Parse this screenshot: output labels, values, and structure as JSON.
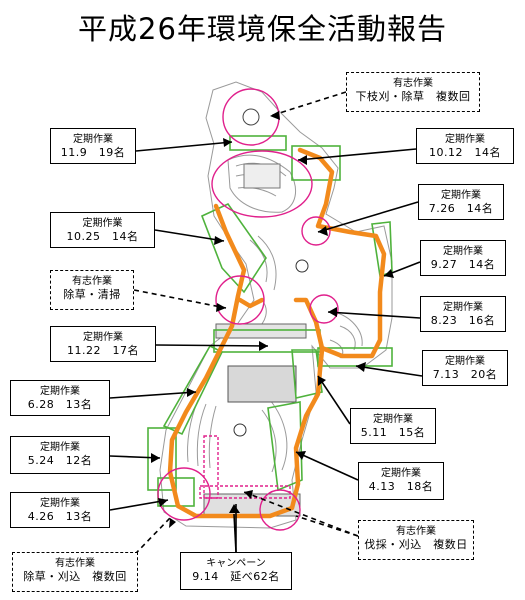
{
  "title": "平成26年環境保全活動報告",
  "colors": {
    "route": "#f28a1c",
    "area": "#4fb23c",
    "volunteer_circle": "#e0208c",
    "line": "#000000"
  },
  "labels": [
    {
      "id": "vol-top",
      "type": "volunteer",
      "line1": "有志作業",
      "line2": "下枝刈・除草　複数回"
    },
    {
      "id": "reg-1109",
      "type": "regular",
      "line1": "定期作業",
      "line2": "11.9　19名"
    },
    {
      "id": "reg-1012",
      "type": "regular",
      "line1": "定期作業",
      "line2": "10.12　14名"
    },
    {
      "id": "reg-0726",
      "type": "regular",
      "line1": "定期作業",
      "line2": "7.26　14名"
    },
    {
      "id": "reg-1025",
      "type": "regular",
      "line1": "定期作業",
      "line2": "10.25　14名"
    },
    {
      "id": "reg-0927",
      "type": "regular",
      "line1": "定期作業",
      "line2": "9.27　14名"
    },
    {
      "id": "vol-left",
      "type": "volunteer",
      "line1": "有志作業",
      "line2": "除草・清掃"
    },
    {
      "id": "reg-0823",
      "type": "regular",
      "line1": "定期作業",
      "line2": "8.23　16名"
    },
    {
      "id": "reg-1122",
      "type": "regular",
      "line1": "定期作業",
      "line2": "11.22　17名"
    },
    {
      "id": "reg-0713",
      "type": "regular",
      "line1": "定期作業",
      "line2": "7.13　20名"
    },
    {
      "id": "reg-0628",
      "type": "regular",
      "line1": "定期作業",
      "line2": "6.28　13名"
    },
    {
      "id": "reg-0511",
      "type": "regular",
      "line1": "定期作業",
      "line2": "5.11　15名"
    },
    {
      "id": "reg-0524",
      "type": "regular",
      "line1": "定期作業",
      "line2": "5.24　12名"
    },
    {
      "id": "reg-0413",
      "type": "regular",
      "line1": "定期作業",
      "line2": "4.13　18名"
    },
    {
      "id": "reg-0426",
      "type": "regular",
      "line1": "定期作業",
      "line2": "4.26　13名"
    },
    {
      "id": "vol-right",
      "type": "volunteer",
      "line1": "有志作業",
      "line2": "伐採・刈込　複数日"
    },
    {
      "id": "vol-bottom",
      "type": "volunteer",
      "line1": "有志作業",
      "line2": "除草・刈込　複数回"
    },
    {
      "id": "campaign",
      "type": "campaign",
      "line1": "キャンペーン",
      "line2": "9.14　延べ62名"
    }
  ]
}
